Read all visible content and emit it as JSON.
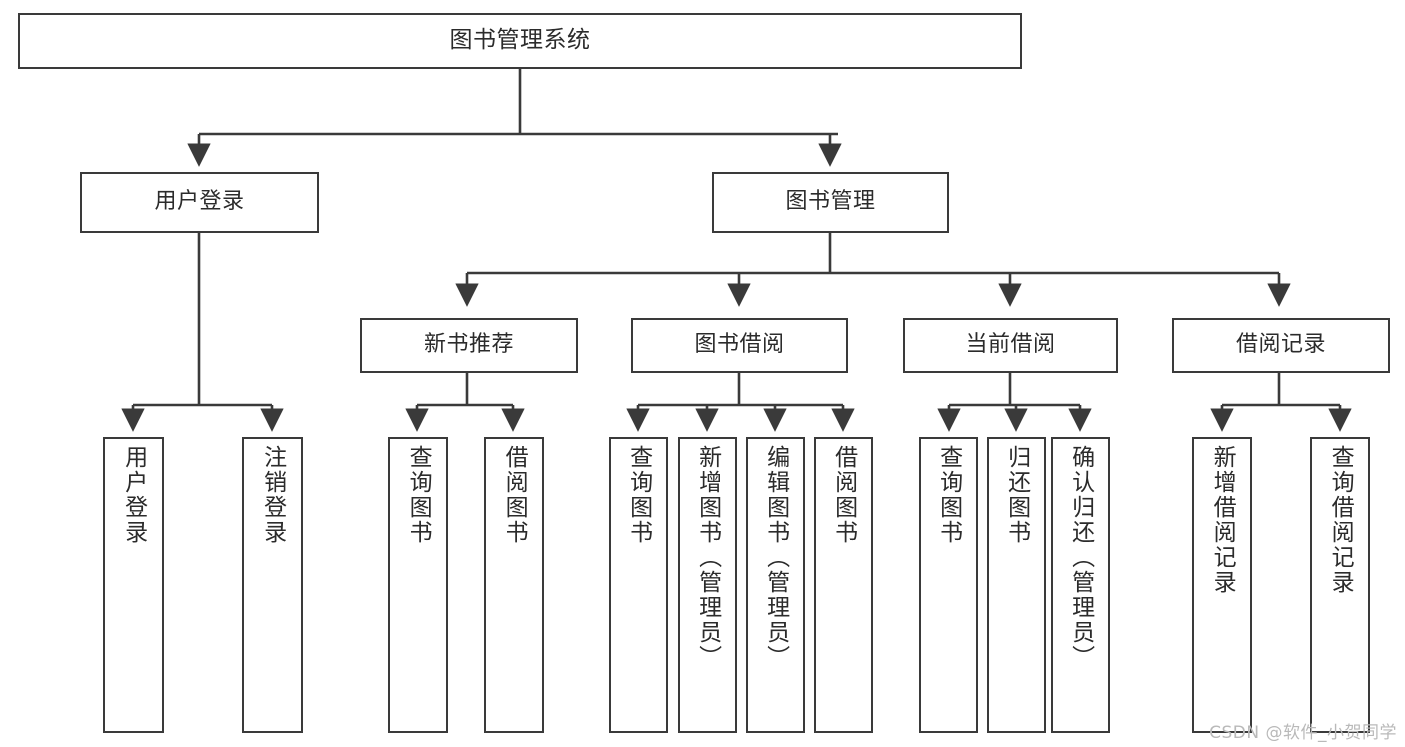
{
  "diagram": {
    "title": "图书管理系统",
    "type": "tree-hierarchy",
    "root": {
      "label": "图书管理系统"
    },
    "level2": [
      {
        "label": "用户登录"
      },
      {
        "label": "图书管理"
      }
    ],
    "level3": [
      {
        "label": "新书推荐"
      },
      {
        "label": "图书借阅"
      },
      {
        "label": "当前借阅"
      },
      {
        "label": "借阅记录"
      }
    ],
    "leaves": {
      "user_login": [
        {
          "label": "用户登录"
        },
        {
          "label": "注销登录"
        }
      ],
      "new_book_recommend": [
        {
          "label": "查询图书"
        },
        {
          "label": "借阅图书"
        }
      ],
      "book_borrow": [
        {
          "label": "查询图书"
        },
        {
          "label": "新增图书（管理员）"
        },
        {
          "label": "编辑图书（管理员）"
        },
        {
          "label": "借阅图书"
        }
      ],
      "current_borrow": [
        {
          "label": "查询图书"
        },
        {
          "label": "归还图书"
        },
        {
          "label": "确认归还（管理员）"
        }
      ],
      "borrow_record": [
        {
          "label": "新增借阅记录"
        },
        {
          "label": "查询借阅记录"
        }
      ]
    }
  },
  "watermark": {
    "text": "CSDN @软件_小贺同学"
  },
  "colors": {
    "background": "#ffffff",
    "box_border": "#3a3a3a",
    "connector": "#3a3a3a",
    "text": "#2b2b2b",
    "watermark": "#b9b9b9"
  }
}
